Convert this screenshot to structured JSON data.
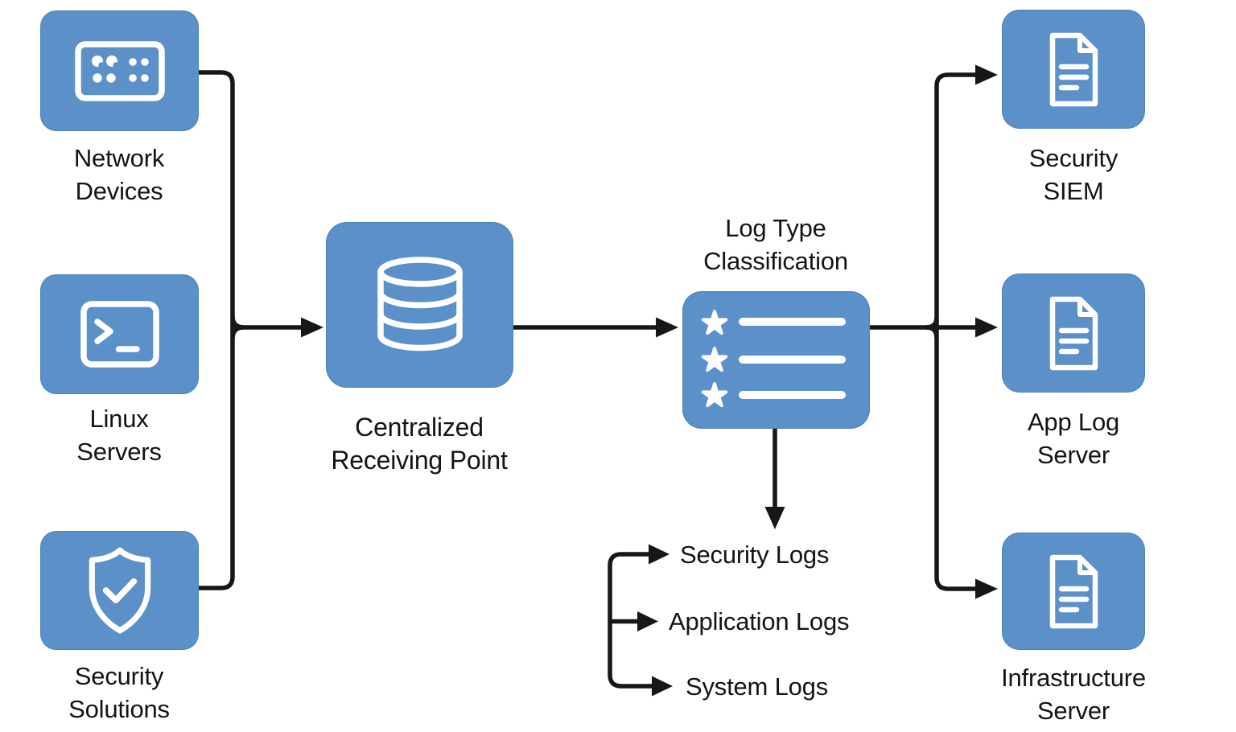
{
  "colors": {
    "node_fill": "#5c90c8",
    "icon_stroke": "#ffffff",
    "connector": "#17171a",
    "text": "#141414",
    "background": "#ffffff"
  },
  "sources": [
    {
      "id": "network-devices",
      "icon": "network-ports-icon",
      "label": [
        "Network",
        "Devices"
      ]
    },
    {
      "id": "linux-servers",
      "icon": "terminal-icon",
      "label": [
        "Linux",
        "Servers"
      ]
    },
    {
      "id": "security-solutions",
      "icon": "shield-check-icon",
      "label": [
        "Security",
        "Solutions"
      ]
    }
  ],
  "central": {
    "id": "centralized-receiving-point",
    "icon": "database-icon",
    "label": [
      "Centralized",
      "Receiving Point"
    ]
  },
  "classification": {
    "id": "log-type-classification",
    "icon": "starred-list-icon",
    "title": [
      "Log Type",
      "Classification"
    ],
    "list_rows": 3
  },
  "destinations": [
    {
      "id": "security-siem",
      "icon": "document-icon",
      "label": [
        "Security",
        "SIEM"
      ]
    },
    {
      "id": "app-log-server",
      "icon": "document-icon",
      "label": [
        "App Log",
        "Server"
      ]
    },
    {
      "id": "infrastructure-server",
      "icon": "document-icon",
      "label": [
        "Infrastructure",
        "Server"
      ]
    }
  ],
  "log_types": [
    {
      "label": "Security Logs"
    },
    {
      "label": "Application Logs"
    },
    {
      "label": "System Logs"
    }
  ]
}
